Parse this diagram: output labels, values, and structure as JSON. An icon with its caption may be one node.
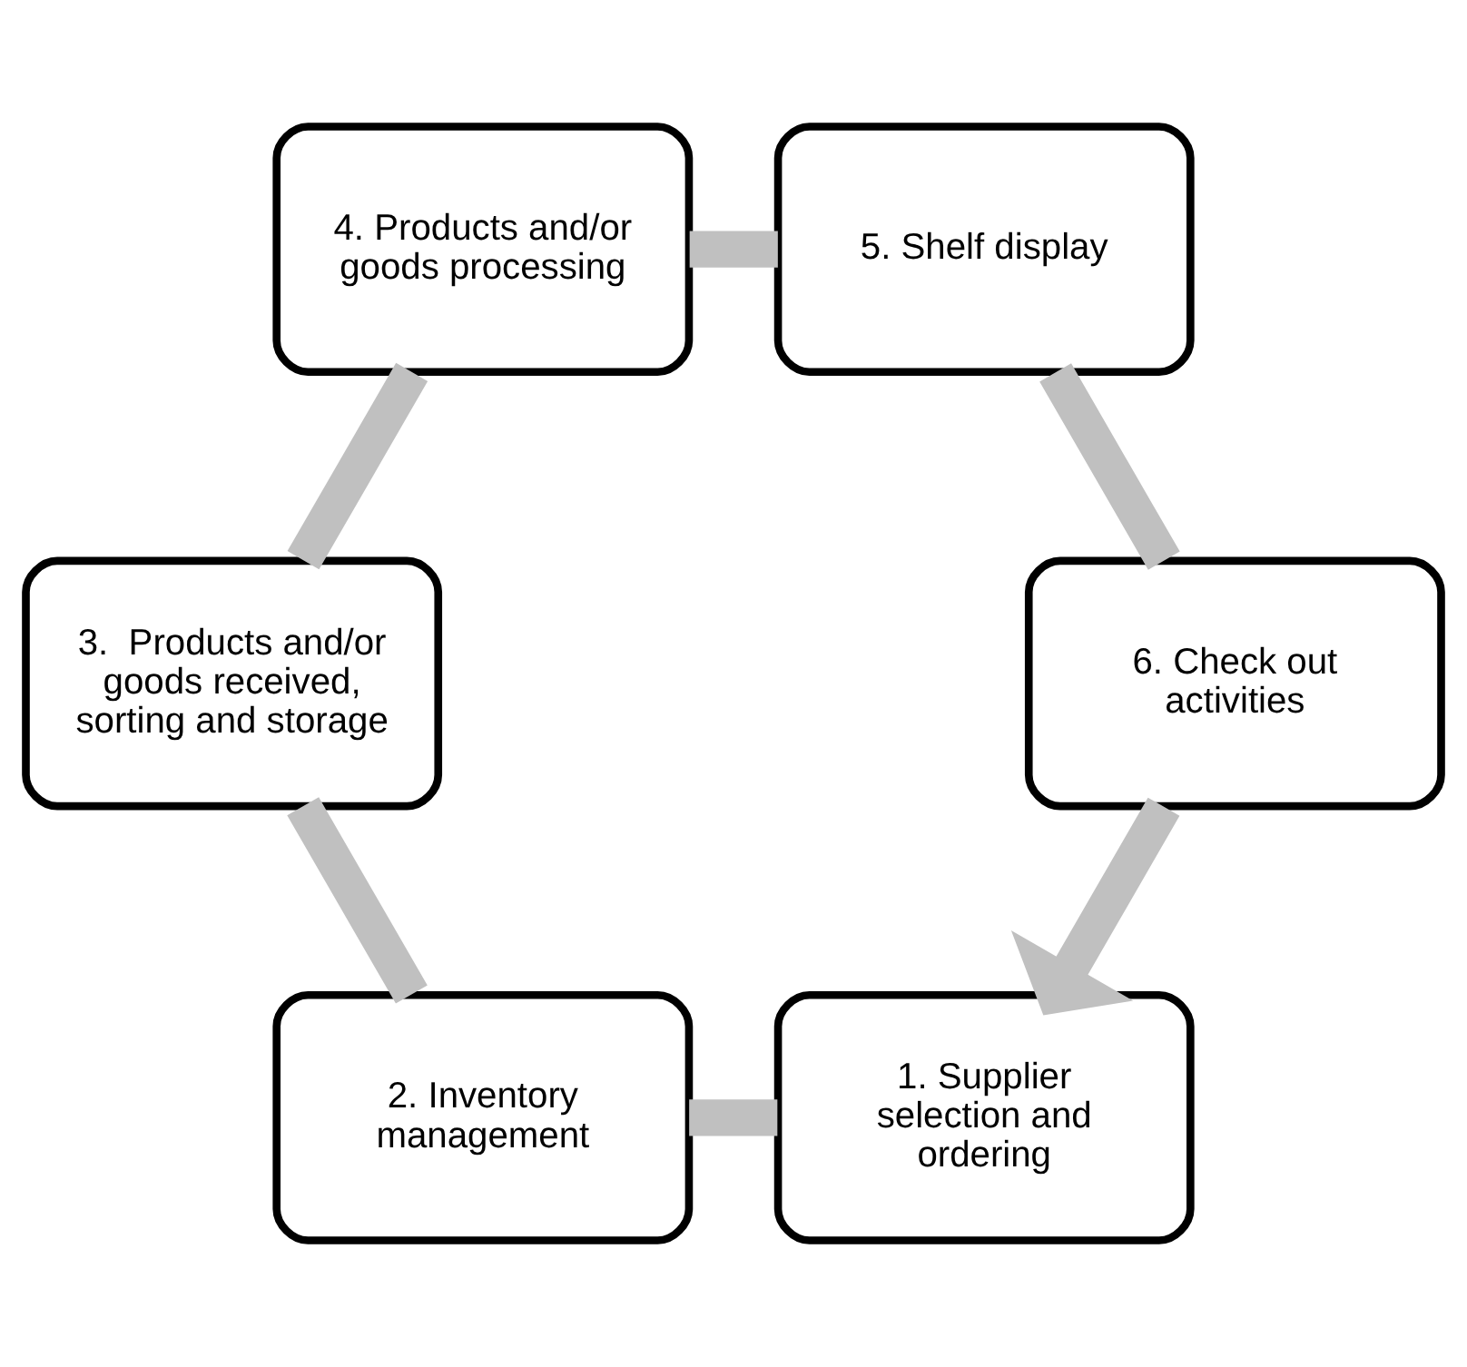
{
  "diagram": {
    "nodes": [
      {
        "text": [
          "1. Supplier selection and ordering"
        ]
      },
      {
        "text": [
          "2. Inventory management"
        ]
      },
      {
        "text": [
          "3.  Products and/or goods received, sorting and storage"
        ]
      },
      {
        "text": [
          "4. Products and/or goods processing"
        ]
      },
      {
        "text": [
          "5. Shelf display"
        ]
      },
      {
        "text": [
          "6. Check out activities"
        ]
      }
    ],
    "edges": [
      {
        "from": 0,
        "to": 1,
        "arrow": "none"
      },
      {
        "from": 1,
        "to": 2,
        "arrow": "none"
      },
      {
        "from": 2,
        "to": 3,
        "arrow": "none"
      },
      {
        "from": 3,
        "to": 4,
        "arrow": "none"
      },
      {
        "from": 4,
        "to": 5,
        "arrow": "none"
      },
      {
        "from": 5,
        "to": 0,
        "arrow": "to"
      }
    ]
  }
}
